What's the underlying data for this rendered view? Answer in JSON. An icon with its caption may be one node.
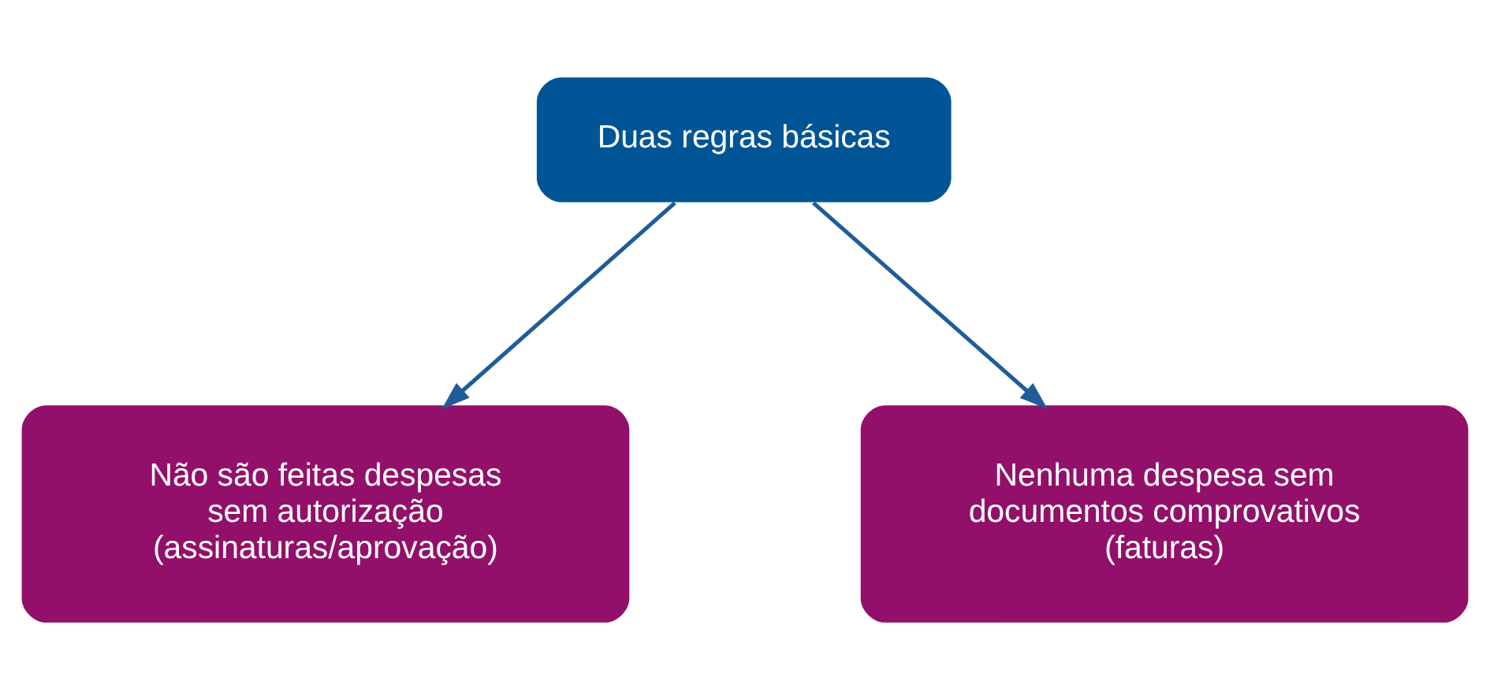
{
  "diagram": {
    "nodes": [
      {
        "text": [
          "Duas regras básicas"
        ]
      },
      {
        "text": [
          "Não são feitas despesas sem autorização (assinaturas/aprovação)"
        ]
      },
      {
        "text": [
          "Nenhuma despesa sem documentos comprovativos (faturas)"
        ]
      }
    ],
    "edges": [
      {
        "from": 0,
        "to": 1,
        "arrow": "to"
      },
      {
        "from": 0,
        "to": 2,
        "arrow": "to"
      }
    ]
  }
}
